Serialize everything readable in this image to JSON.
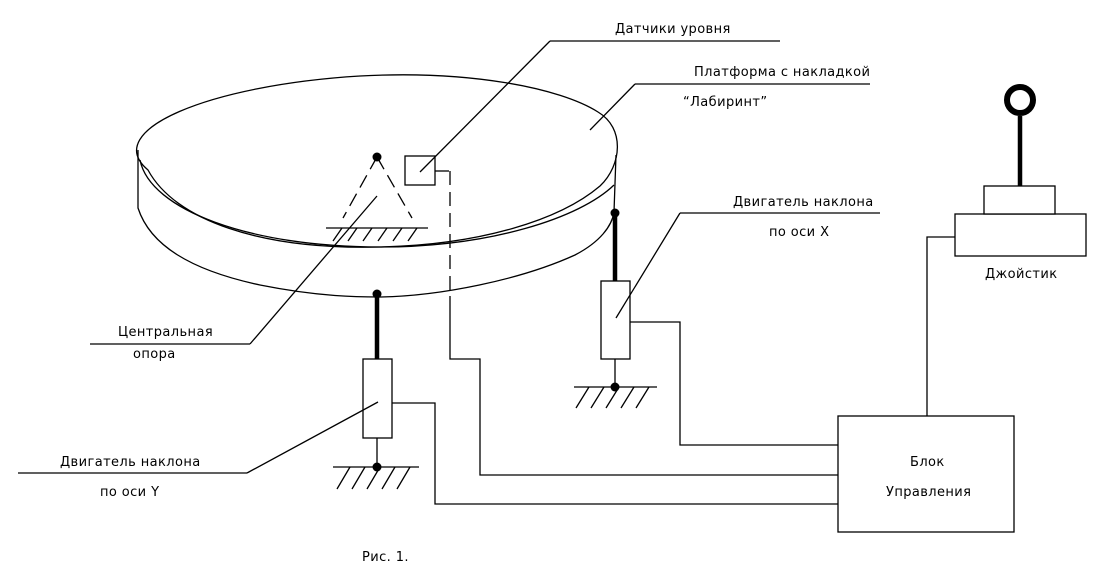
{
  "labels": {
    "level_sensors": "Датчики уровня",
    "platform_line1": "Платформа с накладкой",
    "platform_line2": "“Лабиринт”",
    "motor_x_line1": "Двигатель наклона",
    "motor_x_line2": "по оси X",
    "joystick": "Джойстик",
    "central_support_line1": "Центральная",
    "central_support_line2": "опора",
    "motor_y_line1": "Двигатель наклона",
    "motor_y_line2": "по оси Y",
    "control_unit_line1": "Блок",
    "control_unit_line2": "Управления",
    "figure_caption": "Рис. 1."
  }
}
